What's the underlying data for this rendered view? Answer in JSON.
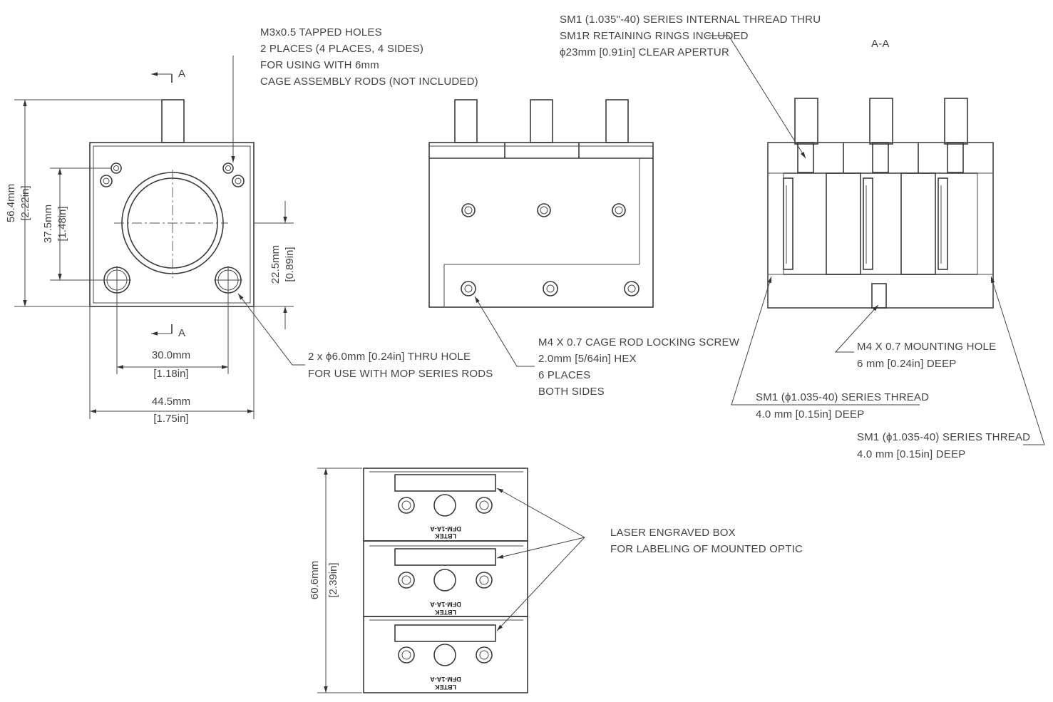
{
  "labels": {
    "tapped_holes": [
      "M3x0.5 TAPPED HOLES",
      "2 PLACES (4 PLACES, 4 SIDES)",
      "FOR USING WITH 6mm",
      "CAGE ASSEMBLY RODS (NOT INCLUDED)"
    ],
    "internal_thread": [
      "SM1 (1.035\"-40) SERIES INTERNAL THREAD THRU",
      "SM1R RETAINING RINGS INCLUDED",
      "ϕ23mm [0.91in] CLEAR APERTUR"
    ],
    "thru_hole": [
      "2 x ϕ6.0mm [0.24in] THRU HOLE",
      "FOR USE WITH MOP SERIES RODS"
    ],
    "locking_screw": [
      "M4 X 0.7 CAGE ROD LOCKING SCREW",
      "2.0mm [5/64in] HEX",
      "6 PLACES",
      "BOTH SIDES"
    ],
    "mounting_hole": [
      "M4 X 0.7 MOUNTING HOLE",
      "6 mm [0.24in] DEEP"
    ],
    "sm1_thread_left": [
      "SM1 (ϕ1.035-40) SERIES THREAD",
      "4.0 mm [0.15in] DEEP"
    ],
    "sm1_thread_right": [
      "SM1 (ϕ1.035-40) SERIES THREAD",
      "4.0 mm [0.15in] DEEP"
    ],
    "engraved_box": [
      "LASER ENGRAVED BOX",
      "FOR LABELING OF MOUNTED OPTIC"
    ]
  },
  "section": {
    "marker": "A",
    "view_title": "A-A"
  },
  "dimensions": {
    "height_total": [
      "56.4mm",
      "[2.22in]"
    ],
    "height_holes": [
      "37.5mm",
      "[1.48in]"
    ],
    "height_center": [
      "22.5mm",
      "[0.89in]"
    ],
    "width_holes": [
      "30.0mm",
      "[1.18in]"
    ],
    "width_total": [
      "44.5mm",
      "[1.75in]"
    ],
    "height_stack": [
      "60.6mm",
      "[2.39in]"
    ]
  },
  "engraving": {
    "brand": "LBTEK",
    "model": "DFM-1A-A"
  }
}
